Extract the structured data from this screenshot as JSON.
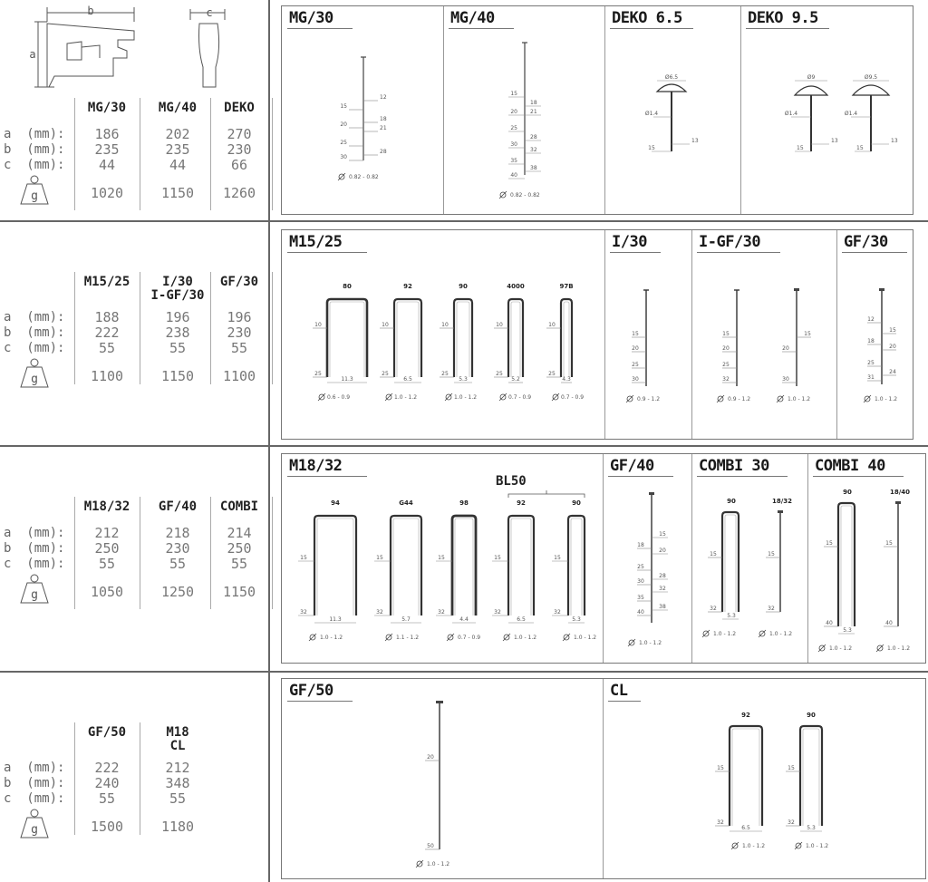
{
  "top": {
    "dims": {
      "b": "b",
      "c": "c",
      "a": "a"
    }
  },
  "sections": [
    {
      "headers": [
        "MG/30",
        "MG/40",
        "DEKO"
      ],
      "rows": {
        "a": [
          "186",
          "202",
          "270"
        ],
        "b": [
          "235",
          "235",
          "230"
        ],
        "c": [
          "44",
          "44",
          "66"
        ],
        "g": [
          "1020",
          "1150",
          "1260"
        ]
      },
      "labels": {
        "a": "a  (mm):",
        "b": "b  (mm):",
        "c": "c  (mm):"
      },
      "weight_icon": "g",
      "panels": [
        "MG/30",
        "MG/40",
        "DEKO 6.5",
        "DEKO 9.5"
      ]
    },
    {
      "headers": [
        "M15/25",
        "I/30\nI-GF/30",
        "GF/30"
      ],
      "rows": {
        "a": [
          "188",
          "196",
          "196"
        ],
        "b": [
          "222",
          "238",
          "230"
        ],
        "c": [
          "55",
          "55",
          "55"
        ],
        "g": [
          "1100",
          "1150",
          "1100"
        ]
      },
      "labels": {
        "a": "a  (mm):",
        "b": "b  (mm):",
        "c": "c  (mm):"
      },
      "weight_icon": "g",
      "panels": [
        "M15/25",
        "I/30",
        "I-GF/30",
        "GF/30"
      ]
    },
    {
      "headers": [
        "M18/32",
        "GF/40",
        "COMBI"
      ],
      "rows": {
        "a": [
          "212",
          "218",
          "214"
        ],
        "b": [
          "250",
          "230",
          "250"
        ],
        "c": [
          "55",
          "55",
          "55"
        ],
        "g": [
          "1050",
          "1250",
          "1150"
        ]
      },
      "labels": {
        "a": "a  (mm):",
        "b": "b  (mm):",
        "c": "c  (mm):"
      },
      "weight_icon": "g",
      "panels": [
        "M18/32",
        "GF/40",
        "COMBI 30",
        "COMBI 40"
      ],
      "bl50": "BL50"
    },
    {
      "headers": [
        "GF/50",
        "M18\nCL"
      ],
      "rows": {
        "a": [
          "222",
          "212"
        ],
        "b": [
          "240",
          "348"
        ],
        "c": [
          "55",
          "55"
        ],
        "g": [
          "1500",
          "1180"
        ]
      },
      "labels": {
        "a": "a  (mm):",
        "b": "b  (mm):",
        "c": "c  (mm):"
      },
      "weight_icon": "g",
      "panels": [
        "GF/50",
        "CL"
      ]
    }
  ],
  "drawings": {
    "mg30": {
      "left": [
        "15",
        "20",
        "25",
        "30"
      ],
      "right": [
        "12",
        "18",
        "21",
        "28"
      ],
      "dia": "0.82 - 0.82"
    },
    "mg40": {
      "left": [
        "15",
        "20",
        "25",
        "30",
        "35",
        "40"
      ],
      "right": [
        "18",
        "21",
        "28",
        "32",
        "38"
      ],
      "dia": "0.82 - 0.82"
    },
    "deko65": {
      "head": "Ø6.5",
      "shank": "Ø1.4",
      "l1": "15",
      "l2": "13"
    },
    "deko95": {
      "head1": "Ø9",
      "head2": "Ø9.5",
      "shank": "Ø1.4",
      "l1": "15",
      "l2": "13"
    },
    "m1525": [
      {
        "name": "80",
        "w": "11.3",
        "dia": "0.6 - 0.9"
      },
      {
        "name": "92",
        "w": "6.5",
        "dia": "1.0 - 1.2"
      },
      {
        "name": "90",
        "w": "5.3",
        "dia": "1.0 - 1.2"
      },
      {
        "name": "4000",
        "w": "5.2",
        "dia": "0.7 - 0.9"
      },
      {
        "name": "97B",
        "w": "4.3",
        "dia": "0.7 - 0.9"
      }
    ],
    "m1525_lens": [
      "10",
      "25"
    ],
    "i30": {
      "marks": [
        "15",
        "20",
        "25",
        "30"
      ],
      "dia": "0.9 - 1.2"
    },
    "igf30": {
      "marks1": [
        "15",
        "20",
        "25",
        "32"
      ],
      "marks2": [
        "15",
        "20",
        "30"
      ],
      "dia1": "0.9 - 1.2",
      "dia2": "1.0 - 1.2"
    },
    "gf30": {
      "left": [
        "12",
        "18",
        "25",
        "31"
      ],
      "right": [
        "15",
        "20",
        "24"
      ],
      "dia": "1.0 - 1.2"
    },
    "m1832": [
      {
        "name": "94",
        "w": "11.3",
        "dia": "1.0 - 1.2"
      },
      {
        "name": "G44",
        "w": "5.7",
        "dia": "1.1 - 1.2"
      },
      {
        "name": "98",
        "w": "4.4",
        "dia": "0.7 - 0.9"
      },
      {
        "name": "92",
        "w": "6.5",
        "dia": "1.0 - 1.2"
      },
      {
        "name": "90",
        "w": "5.3",
        "dia": "1.0 - 1.2"
      }
    ],
    "m1832_lens": [
      "15",
      "32"
    ],
    "gf40": {
      "left": [
        "18",
        "25",
        "30",
        "35",
        "40"
      ],
      "right": [
        "15",
        "20",
        "28",
        "32",
        "38"
      ],
      "dia": "1.0 - 1.2"
    },
    "combi30": {
      "n1": "90",
      "n2": "18/32",
      "w": "5.3",
      "l1": "15",
      "l2": "32",
      "dia": "1.0 - 1.2"
    },
    "combi40": {
      "n1": "90",
      "n2": "18/40",
      "w": "5.3",
      "l1": "15",
      "l2": "40",
      "dia": "1.0 - 1.2"
    },
    "gf50": {
      "marks": [
        "20",
        "50"
      ],
      "dia": "1.0 - 1.2"
    },
    "cl": {
      "n1": "92",
      "n2": "90",
      "w1": "6.5",
      "w2": "5.3",
      "l1": "15",
      "l2": "32",
      "dia": "1.0 - 1.2"
    }
  }
}
